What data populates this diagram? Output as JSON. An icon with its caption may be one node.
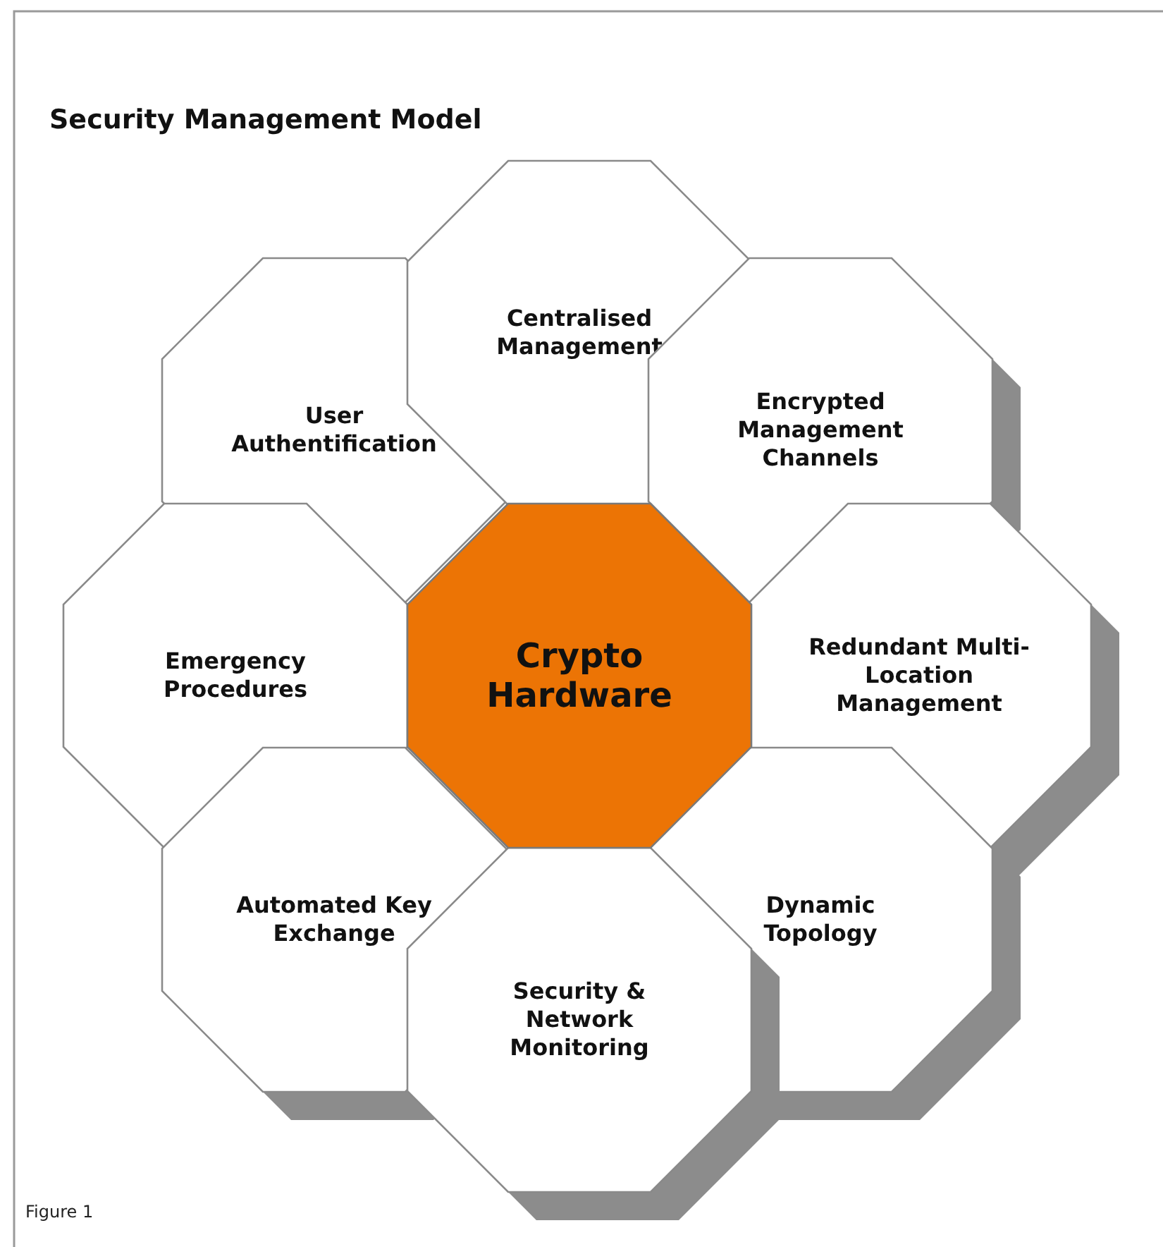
{
  "diagram": {
    "title": "Security Management Model",
    "caption": "Figure 1",
    "nodes": [
      {
        "text": [
          "Centralised Management"
        ]
      },
      {
        "text": [
          "User Authentification"
        ]
      },
      {
        "text": [
          "Encrypted Management Channels"
        ]
      },
      {
        "text": [
          "Emergency Procedures"
        ]
      },
      {
        "text": [
          "Crypto Hardware"
        ]
      },
      {
        "text": [
          "Redundant Multi-Location Management"
        ]
      },
      {
        "text": [
          "Automated Key Exchange"
        ]
      },
      {
        "text": [
          "Dynamic Topology"
        ]
      },
      {
        "text": [
          "Security & Network Monitoring"
        ]
      }
    ]
  }
}
